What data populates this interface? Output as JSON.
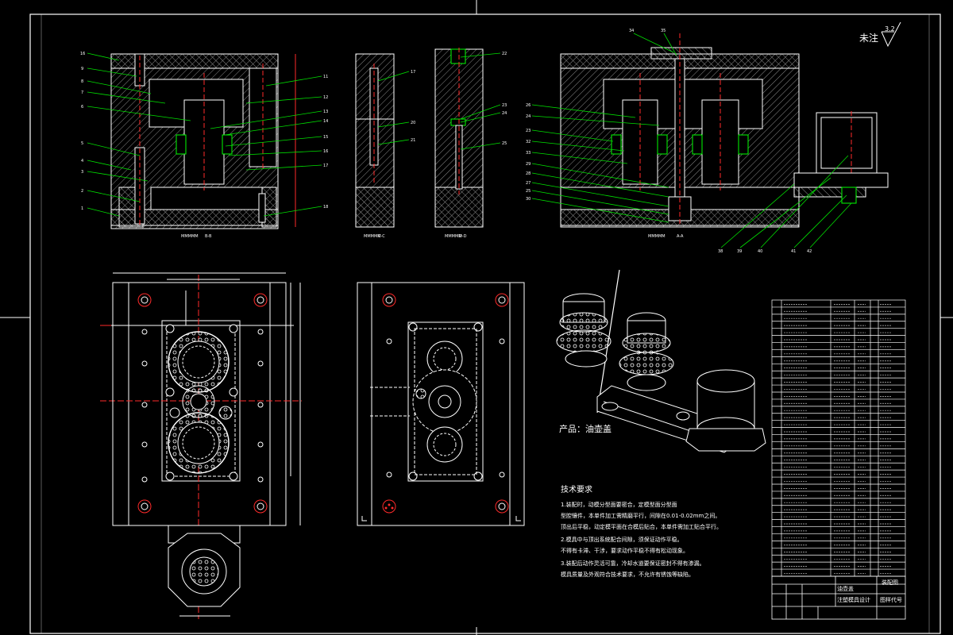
{
  "roughness_note": "未注",
  "roughness_value": "3.2",
  "product_label": "产品：油壶盖",
  "tech_req": {
    "title": "技术要求",
    "lines": [
      "1.装配时，动模分型面要密合，定模型面分型面",
      "型腔镶件，本单件加工需精磨平行，间隙在0.01-0.02mm之间。",
      "顶出后平稳，动定模平面在合模后贴合，本单件需加工贴合平行。",
      "2.模具中与顶出系统配合间隙，须保证动作平稳。",
      "不得有卡滞、干涉，要求动作平稳不得有松动现象。",
      "3.装配后动作灵活可靠，冷却水道要保证密封不得有渗漏。",
      "模具质量及外观符合技术要求，不允许有锈蚀等缺陷。"
    ]
  },
  "section_labels": [
    "B-B",
    "C-C",
    "D-D",
    "A-A"
  ],
  "title_block": {
    "left_top": "油壶盖",
    "left_bottom": "注塑模具设计",
    "right_top": "装配图",
    "right_mid": "图样代号"
  },
  "colors": {
    "background": "#000000",
    "line": "#ffffff",
    "hatch": "#8a8a8a",
    "centerline": "#ff2a2a",
    "leader": "#00e000",
    "dimension": "#ffffff"
  }
}
